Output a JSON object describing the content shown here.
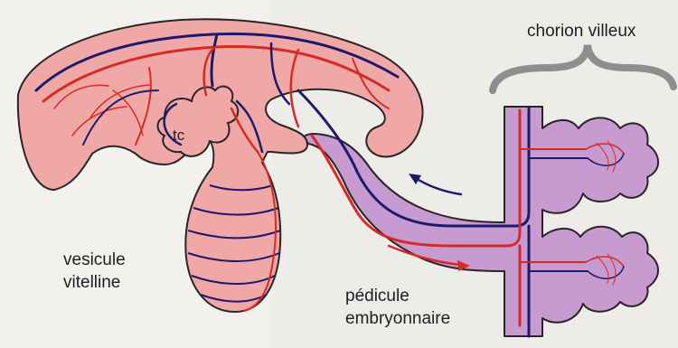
{
  "labels": {
    "chorion": "chorion villeux",
    "tc": "tc",
    "vesicule_line1": "vesicule",
    "vesicule_line2": "vitelline",
    "pedicule_line1": "pédicule",
    "pedicule_line2": "embryonnaire"
  },
  "colors": {
    "background": "#f3f1ee",
    "embryo_fill": "#f0a8a6",
    "chorion_fill": "#c79ad0",
    "outline": "#2a2327",
    "artery_red": "#d62a22",
    "vein_blue": "#1c1a6b",
    "brace": "#8e8e8e"
  }
}
